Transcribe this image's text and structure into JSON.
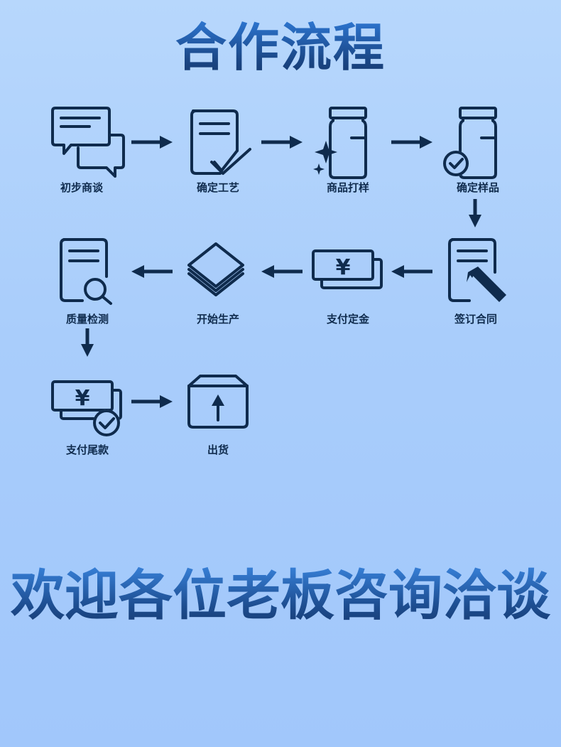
{
  "title": "合作流程",
  "slogan": "欢迎各位老板咨询洽谈",
  "steps": [
    {
      "label": "初步商谈",
      "icon": "chat-bubbles-icon"
    },
    {
      "label": "确定工艺",
      "icon": "document-check-icon"
    },
    {
      "label": "商品打样",
      "icon": "sample-bottle-sparkle-icon"
    },
    {
      "label": "确定样品",
      "icon": "bottle-check-icon"
    },
    {
      "label": "签订合同",
      "icon": "contract-pen-icon"
    },
    {
      "label": "支付定金",
      "icon": "yuan-banknote-icon"
    },
    {
      "label": "开始生产",
      "icon": "layers-stack-icon"
    },
    {
      "label": "质量检测",
      "icon": "document-magnifier-icon"
    },
    {
      "label": "支付尾款",
      "icon": "yuan-banknote-check-icon"
    },
    {
      "label": "出货",
      "icon": "box-upload-icon"
    }
  ],
  "currency_symbol": "¥",
  "colors": {
    "icon": "#0f2b4d",
    "title_top": "#2f7bd9",
    "title_bottom": "#16386c",
    "background_top": "#b7d7fc",
    "background_bottom": "#a1c7fb"
  }
}
